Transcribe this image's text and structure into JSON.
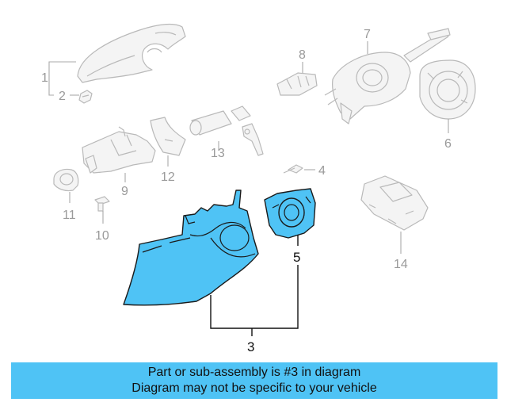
{
  "callouts": {
    "c1": "1",
    "c2": "2",
    "c3": "3",
    "c4": "4",
    "c5": "5",
    "c6": "6",
    "c7": "7",
    "c8": "8",
    "c9": "9",
    "c10": "10",
    "c11": "11",
    "c12": "12",
    "c13": "13",
    "c14": "14"
  },
  "highlight": {
    "color": "#4fc3f5"
  },
  "banner": {
    "line1": "Part or sub-assembly is #3 in diagram",
    "line2": "Diagram may not be specific to your vehicle"
  },
  "icons": {
    "part1": "upper-column-shroud-icon",
    "part2": "clip-icon",
    "part3": "lower-column-cover-icon",
    "part4": "screw-icon",
    "part5": "trim-bezel-icon",
    "part6": "clock-spring-icon",
    "part7": "combination-switch-icon",
    "part8": "switch-bracket-icon",
    "part9": "ignition-housing-icon",
    "part10": "bolt-icon",
    "part11": "lock-cylinder-icon",
    "part12": "trim-panel-icon",
    "part13": "key-and-cylinder-icon",
    "part14": "control-module-icon"
  }
}
